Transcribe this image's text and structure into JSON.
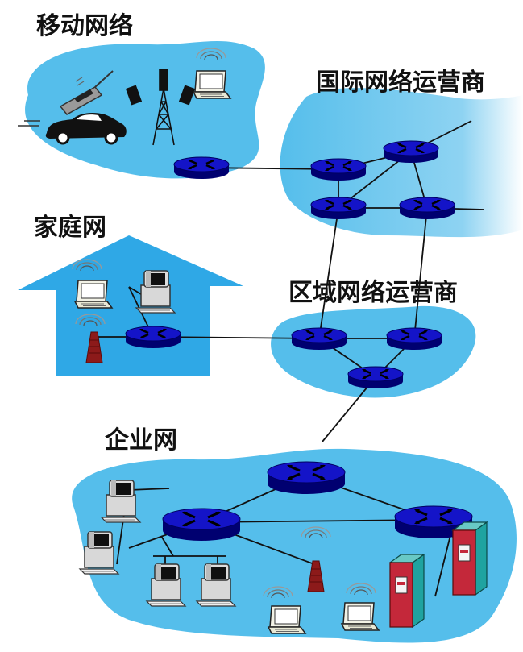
{
  "labels": {
    "mobile": "移动网络",
    "global_isp": "国际网络运营商",
    "home": "家庭网",
    "regional_isp": "区域网络运营商",
    "enterprise": "企业网"
  },
  "colors": {
    "cloud": "#55BEEB",
    "cloud_light": "#BFE7F7",
    "router": "#1414C8",
    "router_dark": "#000070",
    "house": "#2FA8E6",
    "tower": "#8C1A1A",
    "server": "#C4283A",
    "server_side": "#1FA3A0"
  },
  "icons": [
    "router-icon",
    "laptop-icon",
    "desktop-pc-icon",
    "mobile-phone-icon",
    "car-icon",
    "cell-tower-icon",
    "wireless-access-point-icon",
    "server-icon"
  ]
}
